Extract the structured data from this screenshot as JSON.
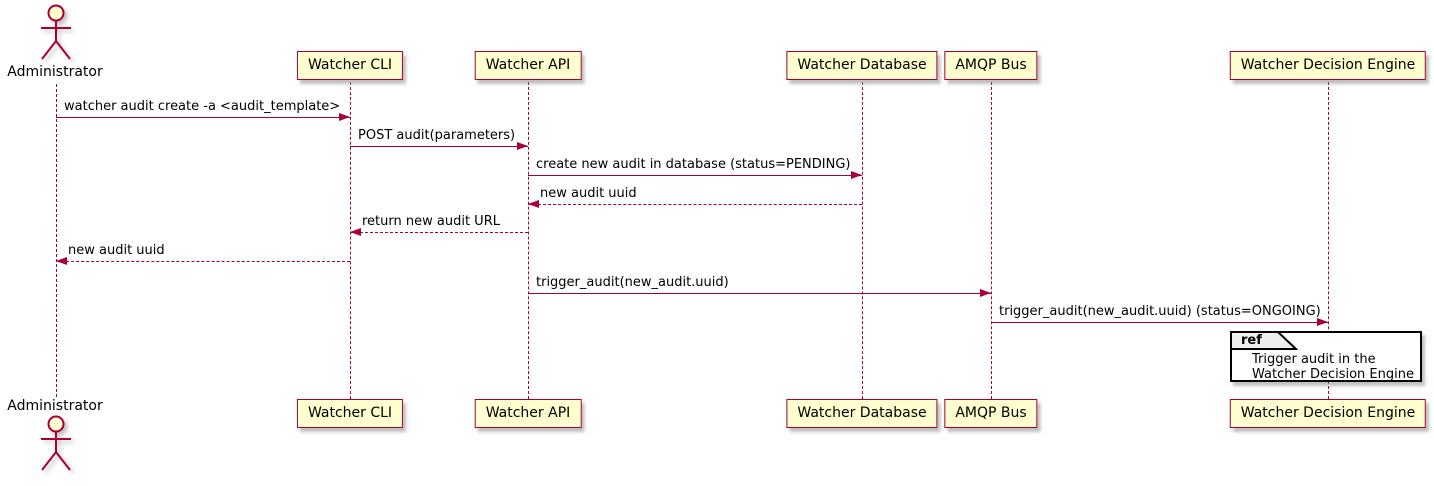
{
  "diagram": {
    "type": "sequence",
    "colors": {
      "accent": "#A80036",
      "participant_fill": "#FEFECE",
      "ref_tab_fill": "#EEEEEE",
      "ref_fill": "#FFFFFF",
      "text": "#000000"
    },
    "actor": {
      "top_label": "Administrator",
      "bottom_label": "Administrator"
    },
    "participants": [
      {
        "label": "Watcher CLI"
      },
      {
        "label": "Watcher API"
      },
      {
        "label": "Watcher Database"
      },
      {
        "label": "AMQP Bus"
      },
      {
        "label": "Watcher Decision Engine"
      }
    ],
    "messages": [
      {
        "text": "watcher audit create -a <audit_template>",
        "from": "Administrator",
        "to": "Watcher CLI",
        "line": "solid"
      },
      {
        "text": "POST audit(parameters)",
        "from": "Watcher CLI",
        "to": "Watcher API",
        "line": "solid"
      },
      {
        "text": "create new audit in database (status=PENDING)",
        "from": "Watcher API",
        "to": "Watcher Database",
        "line": "solid"
      },
      {
        "text": "new audit uuid",
        "from": "Watcher Database",
        "to": "Watcher API",
        "line": "dashed"
      },
      {
        "text": "return new audit URL",
        "from": "Watcher API",
        "to": "Watcher CLI",
        "line": "dashed"
      },
      {
        "text": "new audit uuid",
        "from": "Watcher CLI",
        "to": "Administrator",
        "line": "dashed"
      },
      {
        "text": "trigger_audit(new_audit.uuid)",
        "from": "Watcher API",
        "to": "AMQP Bus",
        "line": "solid"
      },
      {
        "text": "trigger_audit(new_audit.uuid) (status=ONGOING)",
        "from": "AMQP Bus",
        "to": "Watcher Decision Engine",
        "line": "solid"
      }
    ],
    "ref": {
      "keyword": "ref",
      "lines": [
        "Trigger audit in the",
        "Watcher Decision Engine"
      ]
    }
  }
}
